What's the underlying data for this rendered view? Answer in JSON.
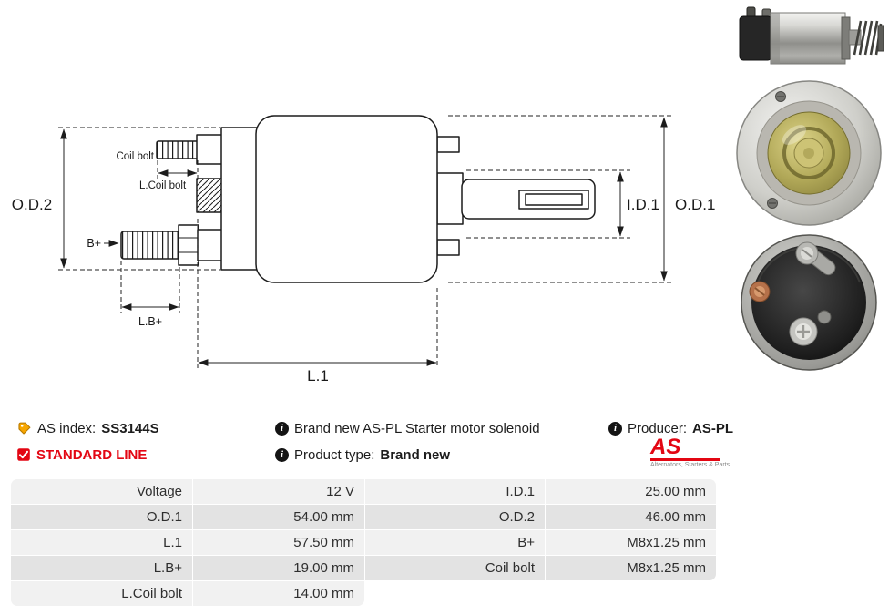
{
  "info": {
    "as_index_label": "AS index:",
    "as_index_value": "SS3144S",
    "standard_line_label": "STANDARD LINE",
    "description": "Brand new AS-PL Starter motor solenoid",
    "product_type_label": "Product type:",
    "product_type_value": "Brand new",
    "producer_label": "Producer:",
    "producer_value": "AS-PL"
  },
  "logo": {
    "text": "AS",
    "subtext": "Alternators, Starters & Parts"
  },
  "colors": {
    "accent_red": "#e30613",
    "tag_orange": "#f7a600",
    "table_row_light": "#f1f1f1",
    "table_row_dark": "#e3e3e3"
  },
  "diagram": {
    "labels": {
      "od2": "O.D.2",
      "coil_bolt": "Coil bolt",
      "l_coil_bolt": "L.Coil bolt",
      "b_plus": "B+",
      "l_b_plus": "L.B+",
      "l1": "L.1",
      "id1": "I.D.1",
      "od1": "O.D.1"
    }
  },
  "table": {
    "rows": [
      [
        "Voltage",
        "12 V",
        "I.D.1",
        "25.00 mm"
      ],
      [
        "O.D.1",
        "54.00 mm",
        "O.D.2",
        "46.00 mm"
      ],
      [
        "L.1",
        "57.50 mm",
        "B+",
        "M8x1.25 mm"
      ],
      [
        "L.B+",
        "19.00 mm",
        "Coil bolt",
        "M8x1.25 mm"
      ],
      [
        "L.Coil bolt",
        "14.00 mm",
        "",
        ""
      ]
    ]
  }
}
